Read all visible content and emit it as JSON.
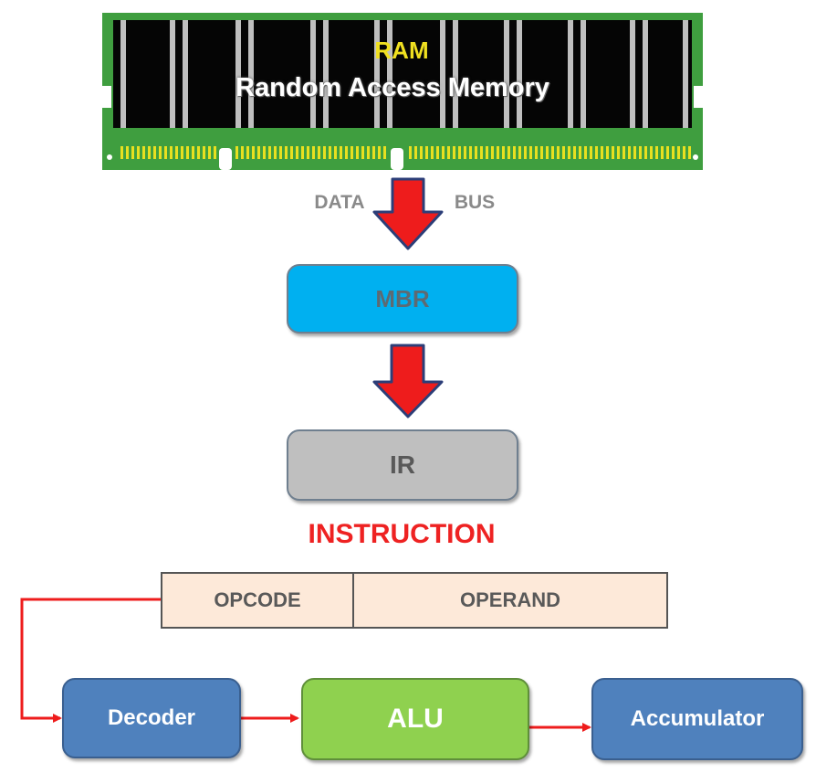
{
  "ram": {
    "title": "RAM",
    "subtitle": "Random Access Memory"
  },
  "bus": {
    "left_label": "DATA",
    "right_label": "BUS"
  },
  "mbr": {
    "label": "MBR"
  },
  "ir": {
    "label": "IR"
  },
  "instruction": {
    "title": "INSTRUCTION",
    "opcode_label": "OPCODE",
    "operand_label": "OPERAND"
  },
  "decoder": {
    "label": "Decoder"
  },
  "alu": {
    "label": "ALU"
  },
  "accumulator": {
    "label": "Accumulator"
  },
  "colors": {
    "ram_board": "#3a9a3a",
    "ram_chip": "#0a0a0a",
    "ram_pin": "#e8e020",
    "ram_title": "#f0e020",
    "arrow_fill": "#ee1c1c",
    "arrow_outline": "#2c3e78",
    "mbr_fill": "#00b0f0",
    "ir_fill": "#bfbfbf",
    "instruction_title": "#ee2222",
    "instruction_cell": "#fde9d9",
    "decoder_fill": "#4f81bd",
    "alu_fill": "#8fd14f",
    "accumulator_fill": "#4f81bd",
    "connector": "#ee1c1c",
    "box_text": "#595959",
    "blue_box_text": "#ffffff"
  }
}
